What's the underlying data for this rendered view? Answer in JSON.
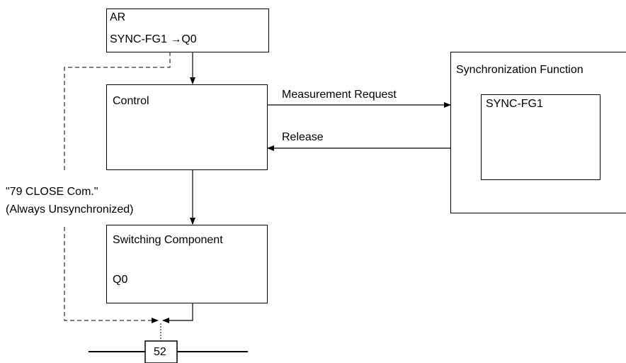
{
  "ar_box": {
    "line1": "AR",
    "line2": "SYNC-FG1 →Q0"
  },
  "control_box": {
    "label": "Control"
  },
  "switching_box": {
    "label": "Switching Component",
    "sublabel": "Q0"
  },
  "sync_function": {
    "title": "Synchronization Function",
    "inner_label": "SYNC-FG1"
  },
  "arrows": {
    "measurement_request": "Measurement Request",
    "release": "Release"
  },
  "close_command": {
    "line1": "\"79 CLOSE Com.\"",
    "line2": "(Always Unsynchronized)"
  },
  "breaker": {
    "label": "52"
  }
}
